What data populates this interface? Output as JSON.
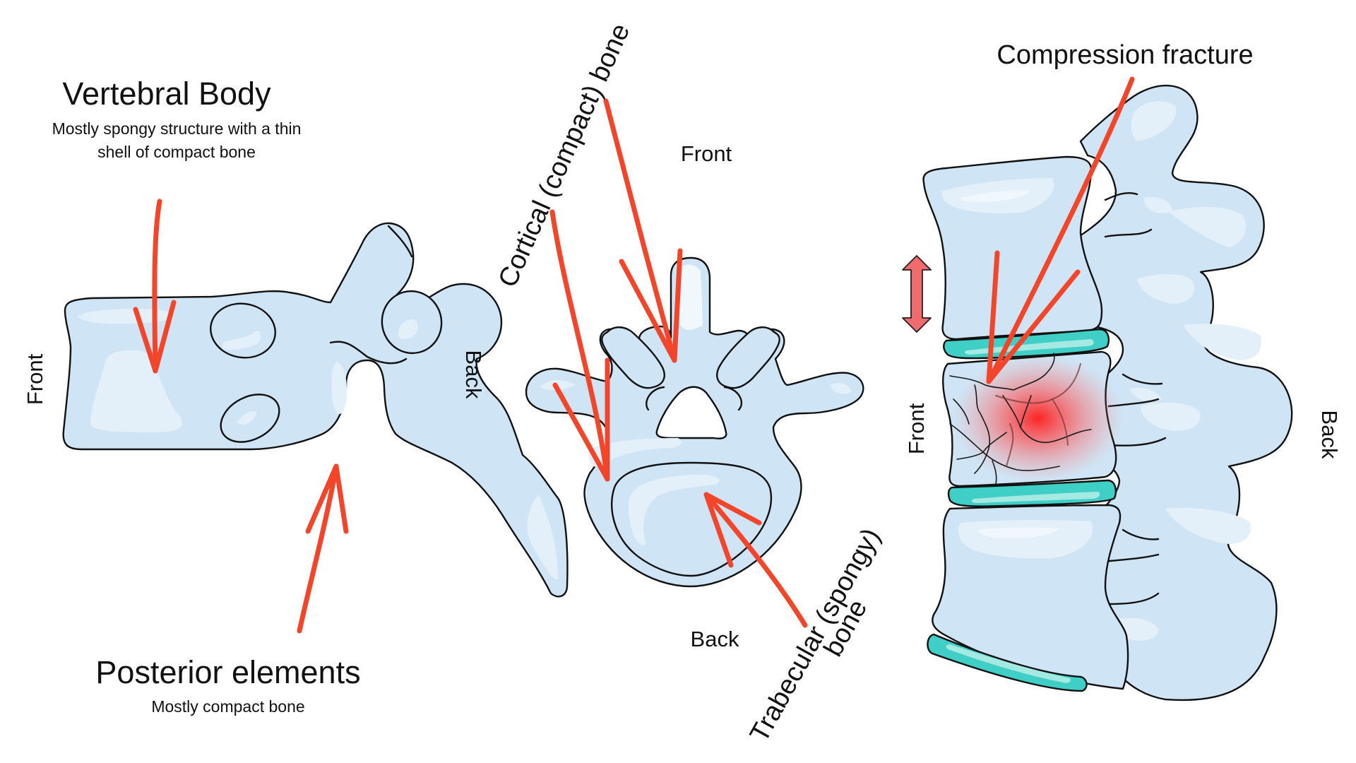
{
  "labels": {
    "vertebral_body": {
      "title": "Vertebral Body",
      "subtitle_line1": "Mostly spongy structure with a thin",
      "subtitle_line2": "shell of compact bone"
    },
    "posterior_elements": {
      "title": "Posterior elements",
      "subtitle": "Mostly compact bone"
    },
    "lateral_view": {
      "front": "Front",
      "back": "Back"
    },
    "axial_view": {
      "front": "Front",
      "back": "Back",
      "cortical": "Cortical (compact) bone",
      "trabecular_line1": "Trabecular (spongy)",
      "trabecular_line2": "bone"
    },
    "spine_view": {
      "title": "Compression fracture",
      "front": "Front",
      "back": "Back"
    }
  },
  "icons": {
    "height-loss-arrow": "double-headed-vertical-arrow",
    "pointer-arrows": "hand-drawn-red-arrows"
  },
  "colors": {
    "bone_fill": "#cfe4f4",
    "bone_highlight": "#e3f0fa",
    "disc": "#3fcfc6",
    "annotation_red": "#f2452a",
    "fracture_glow": "#ff2020",
    "height_arrow": "#f06a6e",
    "outline": "#111111"
  }
}
